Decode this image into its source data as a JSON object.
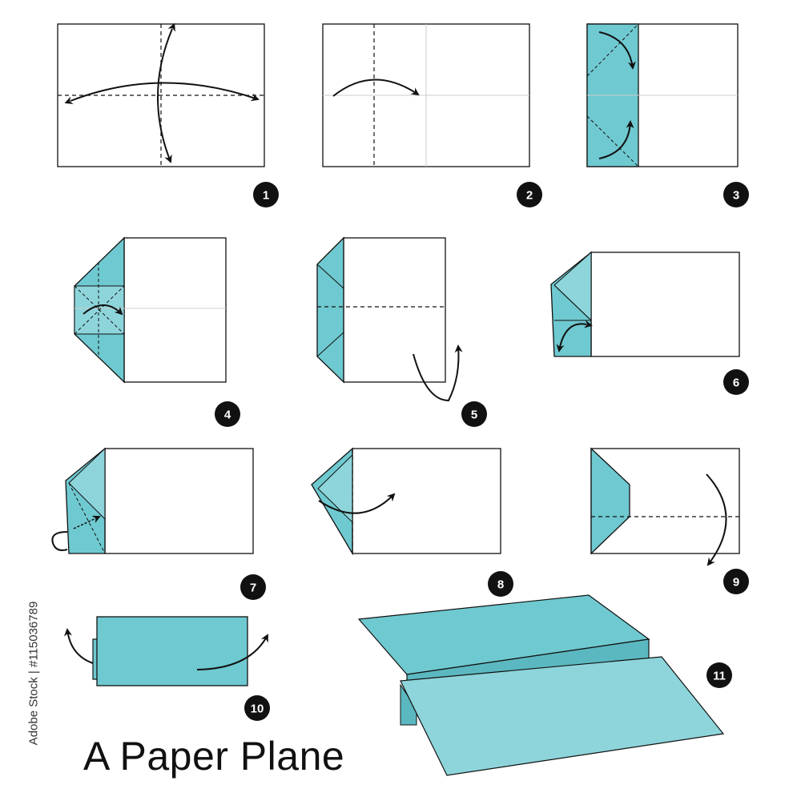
{
  "title": "A Paper Plane",
  "side_credit": "Adobe Stock | #115036789",
  "colors": {
    "paper": "#ffffff",
    "outline": "#111111",
    "teal": "#6fc9d0",
    "teal_light": "#8dd5db",
    "crease": "#cccccc",
    "number_badge": "#111111"
  },
  "steps": [
    {
      "number": "1"
    },
    {
      "number": "2"
    },
    {
      "number": "3"
    },
    {
      "number": "4"
    },
    {
      "number": "5"
    },
    {
      "number": "6"
    },
    {
      "number": "7"
    },
    {
      "number": "8"
    },
    {
      "number": "9"
    },
    {
      "number": "10"
    },
    {
      "number": "11"
    }
  ],
  "icons": {
    "fold_arrow": "curved-arrow-icon",
    "step_badge": "step-number-badge"
  }
}
